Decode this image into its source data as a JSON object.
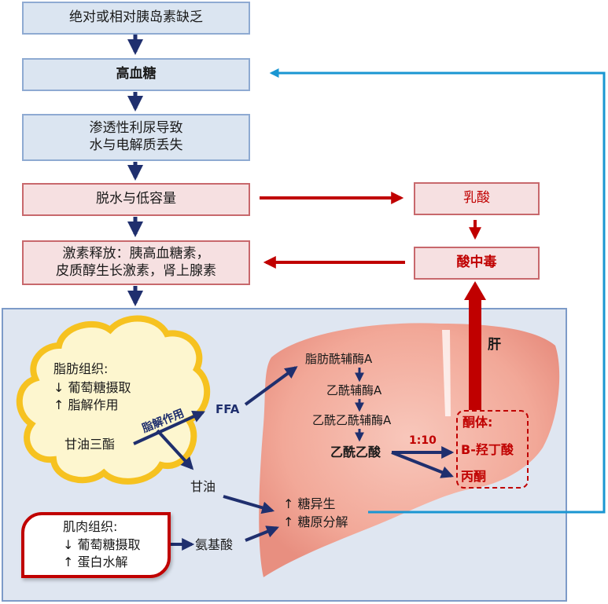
{
  "flow": {
    "step1": "绝对或相对胰岛素缺乏",
    "step2": "高血糖",
    "step3_line1": "渗透性利尿导致",
    "step3_line2": "水与电解质丢失",
    "step4": "脱水与低容量",
    "step5_line1": "激素释放：胰高血糖素，",
    "step5_line2": "皮质醇生长激素，肾上腺素"
  },
  "acid": {
    "lactic": "乳酸",
    "acidosis": "酸中毒"
  },
  "adipose": {
    "title": "脂肪组织:",
    "line1": "↓ 葡萄糖摄取",
    "line2": "↑ 脂解作用",
    "triglyceride": "甘油三酯"
  },
  "muscle": {
    "title": "肌肉组织:",
    "line1": "↓ 葡萄糖摄取",
    "line2": "↑ 蛋白水解"
  },
  "labels": {
    "lipolysis": "脂解作用",
    "ffa": "FFA",
    "glycerol": "甘油",
    "amino_acid": "氨基酸",
    "liver": "肝"
  },
  "liver_path": {
    "fatty_acyl_coa": "脂肪酰辅酶A",
    "acetyl_coa": "乙酰辅酶A",
    "acetoacetyl_coa": "乙酰乙酰辅酶A",
    "acetoacetate": "乙酰乙酸",
    "ratio": "1:10",
    "gluconeogenesis": "↑ 糖异生",
    "glycogenolysis": "↑ 糖原分解"
  },
  "ketone": {
    "title": "酮体:",
    "bhb": "B-羟丁酸",
    "acetone": "丙酮"
  },
  "colors": {
    "blue_box": "#dbe5f1",
    "red_box": "#f6e0e1",
    "dark_red": "#c00000",
    "navy_arrow": "#1f2f6e",
    "feedback_line": "#1a96d2",
    "liver": "#f0a898",
    "adipose": "#fdf6cf"
  }
}
